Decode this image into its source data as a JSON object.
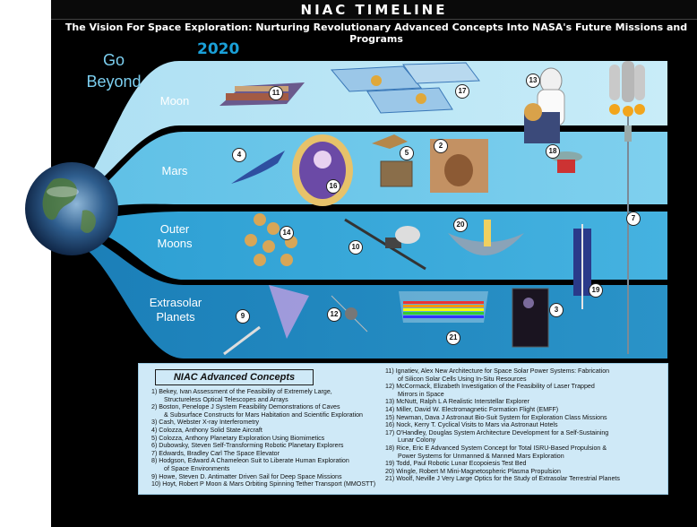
{
  "header": {
    "title": "NIAC TIMELINE",
    "subtitle": "The Vision For Space Exploration: Nurturing Revolutionary Advanced Concepts Into NASA's Future Missions and Programs"
  },
  "year": "2020",
  "go_beyond": [
    "Go",
    "Beyond"
  ],
  "lanes": [
    {
      "label": "Moon"
    },
    {
      "label": "Mars"
    },
    {
      "label": "Outer Moons"
    },
    {
      "label": "Extrasolar Planets"
    }
  ],
  "concept_markers": [
    "11",
    "17",
    "13",
    "4",
    "16",
    "5",
    "2",
    "18",
    "7",
    "14",
    "10",
    "20",
    "19",
    "9",
    "12",
    "21",
    "3"
  ],
  "legend": {
    "title": "NIAC Advanced Concepts",
    "left_lines": [
      {
        "t": "1) Bekey, Ivan   Assessment of the Feasibility of Extremely Large,",
        "i": false
      },
      {
        "t": "Structureless Optical Telescopes and Arrays",
        "i": true
      },
      {
        "t": "2) Boston, Penelope J  System Feasibility Demonstrations of Caves",
        "i": false
      },
      {
        "t": "& Subsurface Constructs for Mars Habitation and Scientific Exploration",
        "i": true
      },
      {
        "t": "3) Cash, Webster   X-ray Interferometry",
        "i": false
      },
      {
        "t": "4) Colozza, Anthony   Solid State Aircraft",
        "i": false
      },
      {
        "t": "5) Colozza, Anthony   Planetary Exploration Using Biomimetics",
        "i": false
      },
      {
        "t": "6) Dubowsky, Steven   Self-Transforming Robotic Planetary Explorers",
        "i": false
      },
      {
        "t": "7) Edwards, Bradley Carl  The Space Elevator",
        "i": false
      },
      {
        "t": "8) Hodgson, Edward   A Chameleon Suit to Liberate Human Exploration",
        "i": false
      },
      {
        "t": "of Space Environments",
        "i": true
      },
      {
        "t": "9) Howe, Steven D.  Antimatter Driven Sail for Deep Space Missions",
        "i": false
      },
      {
        "t": "10) Hoyt, Robert P  Moon & Mars Orbiting Spinning Tether Transport (MMOSTT)",
        "i": false
      }
    ],
    "right_lines": [
      {
        "t": "11) Ignatiev, Alex  New Architecture for Space Solar Power Systems: Fabrication",
        "i": false
      },
      {
        "t": "of Silicon Solar Cells Using In-Situ Resources",
        "i": true
      },
      {
        "t": "12) McCormack, Elizabeth   Investigation of the Feasibility of Laser Trapped",
        "i": false
      },
      {
        "t": "Mirrors in Space",
        "i": true
      },
      {
        "t": "13) McNutt, Ralph L  A Realistic Interstellar Explorer",
        "i": false
      },
      {
        "t": "14) Miller, David W.  Electromagnetic Formation Flight (EMFF)",
        "i": false
      },
      {
        "t": "15) Newman, Dava J Astronaut Bio-Suit System for Exploration Class Missions",
        "i": false
      },
      {
        "t": "16) Nock, Kerry T.  Cyclical Visits to Mars via Astronaut Hotels",
        "i": false
      },
      {
        "t": "17) O'Handley, Douglas  System Architecture Development for a Self-Sustaining",
        "i": false
      },
      {
        "t": "Lunar Colony",
        "i": true
      },
      {
        "t": "18) Rice, Eric E  Advanced System Concept for Total ISRU-Based Propulsion &",
        "i": false
      },
      {
        "t": "Power Systems for Unmanned & Manned Mars Exploration",
        "i": true
      },
      {
        "t": "19) Todd, Paul   Robotic Lunar Ecopoiesis Test Bed",
        "i": false
      },
      {
        "t": "20) Wingle, Robert M  Mini-Magnetospheric Plasma Propulsion",
        "i": false
      },
      {
        "t": "21) Woolf, Neville J  Very Large Optics for the Study of Extrasolar Terrestrial Planets",
        "i": false
      }
    ]
  }
}
